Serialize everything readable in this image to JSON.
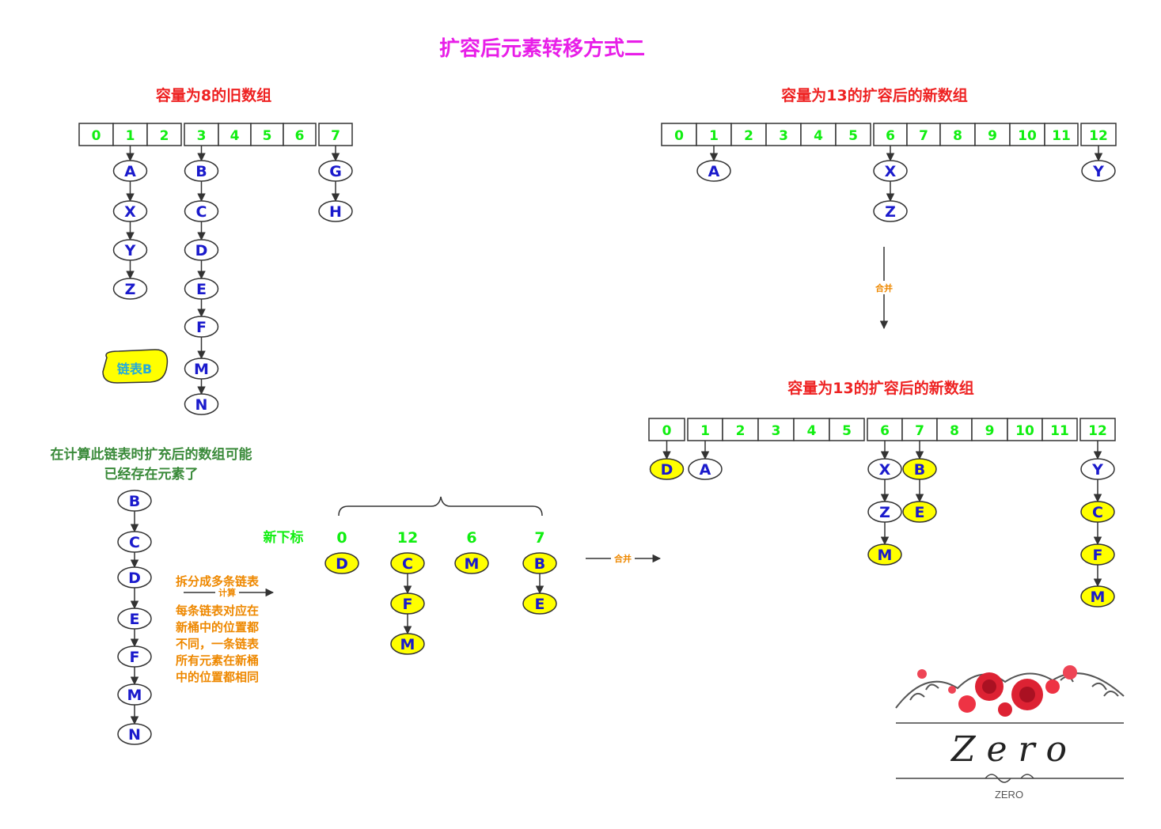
{
  "title": "扩容后元素转移方式二",
  "old_array": {
    "label": "容量为8的旧数组",
    "indices": [
      "0",
      "1",
      "2",
      "3",
      "4",
      "5",
      "6",
      "7"
    ],
    "chains": [
      {
        "index": "1",
        "nodes": [
          "A",
          "X",
          "Y",
          "Z"
        ]
      },
      {
        "index": "3",
        "nodes": [
          "B",
          "C",
          "D",
          "E",
          "F",
          "M",
          "N"
        ]
      },
      {
        "index": "7",
        "nodes": [
          "G",
          "H"
        ]
      }
    ],
    "callout": "链表B"
  },
  "new_array_top": {
    "label": "容量为13的扩容后的新数组",
    "indices": [
      "0",
      "1",
      "2",
      "3",
      "4",
      "5",
      "6",
      "7",
      "8",
      "9",
      "10",
      "11",
      "12"
    ],
    "chains": [
      {
        "index": "1",
        "nodes": [
          "A"
        ]
      },
      {
        "index": "6",
        "nodes": [
          "X",
          "Z"
        ]
      },
      {
        "index": "12",
        "nodes": [
          "Y"
        ]
      }
    ]
  },
  "merge_label": "合并",
  "new_array_bottom": {
    "label": "容量为13的扩容后的新数组",
    "indices": [
      "0",
      "1",
      "2",
      "3",
      "4",
      "5",
      "6",
      "7",
      "8",
      "9",
      "10",
      "11",
      "12"
    ],
    "chains": [
      {
        "index": "0",
        "nodes": [
          "D"
        ],
        "highlight": [
          true
        ]
      },
      {
        "index": "1",
        "nodes": [
          "A"
        ],
        "highlight": [
          false
        ]
      },
      {
        "index": "6",
        "nodes": [
          "X",
          "Z",
          "M"
        ],
        "highlight": [
          false,
          false,
          true
        ]
      },
      {
        "index": "7",
        "nodes": [
          "B",
          "E"
        ],
        "highlight": [
          true,
          true
        ]
      },
      {
        "index": "12",
        "nodes": [
          "Y",
          "C",
          "F",
          "M"
        ],
        "highlight": [
          false,
          true,
          true,
          true
        ]
      }
    ]
  },
  "note_existing": "在计算此链表时扩充后的数组可能已经存在元素了",
  "chain_b": [
    "B",
    "C",
    "D",
    "E",
    "F",
    "M",
    "N"
  ],
  "split": {
    "action": "拆分成多条链表",
    "arrow_label": "计算",
    "description": "每条链表对应在新桶中的位置都不同，一条链表所有元素在新桶中的位置都相同"
  },
  "new_index": {
    "label": "新下标",
    "groups": [
      {
        "index": "0",
        "nodes": [
          "D"
        ]
      },
      {
        "index": "12",
        "nodes": [
          "C",
          "F",
          "M"
        ]
      },
      {
        "index": "6",
        "nodes": [
          "M"
        ]
      },
      {
        "index": "7",
        "nodes": [
          "B",
          "E"
        ]
      }
    ]
  },
  "merge_label_2": "合并",
  "logo": {
    "word": "Z e r o",
    "caption": "ZERO"
  },
  "colors": {
    "title": "#e81ee8",
    "heading": "#ee2222",
    "index_text": "#11ee11",
    "node_text": "#1a1acc",
    "highlight_fill": "#ffff00",
    "note_green": "#3a8a3a",
    "note_orange": "#ee8800",
    "callout_text": "#22aadd",
    "rose": "#dd2233"
  }
}
